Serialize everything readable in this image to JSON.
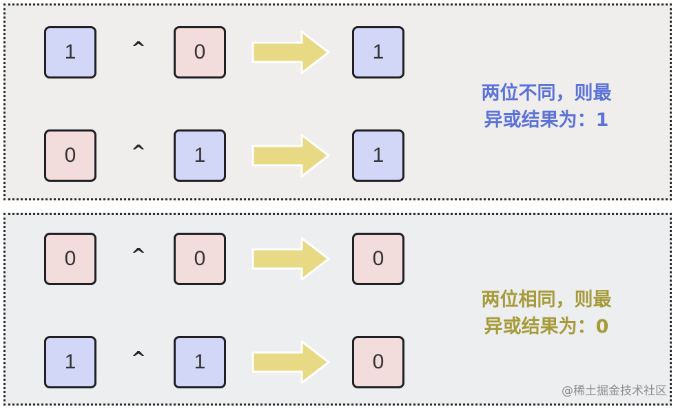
{
  "colors": {
    "one_fill": "#d3d7f7",
    "zero_fill": "#f2dcdc",
    "arrow_fill": "#e8d985",
    "note_different": "#5b72d6",
    "note_same": "#a69a3a"
  },
  "operator_symbol": "^",
  "sections": [
    {
      "rows": [
        {
          "a": "1",
          "b": "0",
          "result": "1"
        },
        {
          "a": "0",
          "b": "1",
          "result": "1"
        }
      ],
      "note_line1": "两位不同，则最",
      "note_line2": "异或结果为：1"
    },
    {
      "rows": [
        {
          "a": "0",
          "b": "0",
          "result": "0"
        },
        {
          "a": "1",
          "b": "1",
          "result": "0"
        }
      ],
      "note_line1": "两位相同，则最",
      "note_line2": "异或结果为：0"
    }
  ],
  "watermark": "@稀土掘金技术社区"
}
